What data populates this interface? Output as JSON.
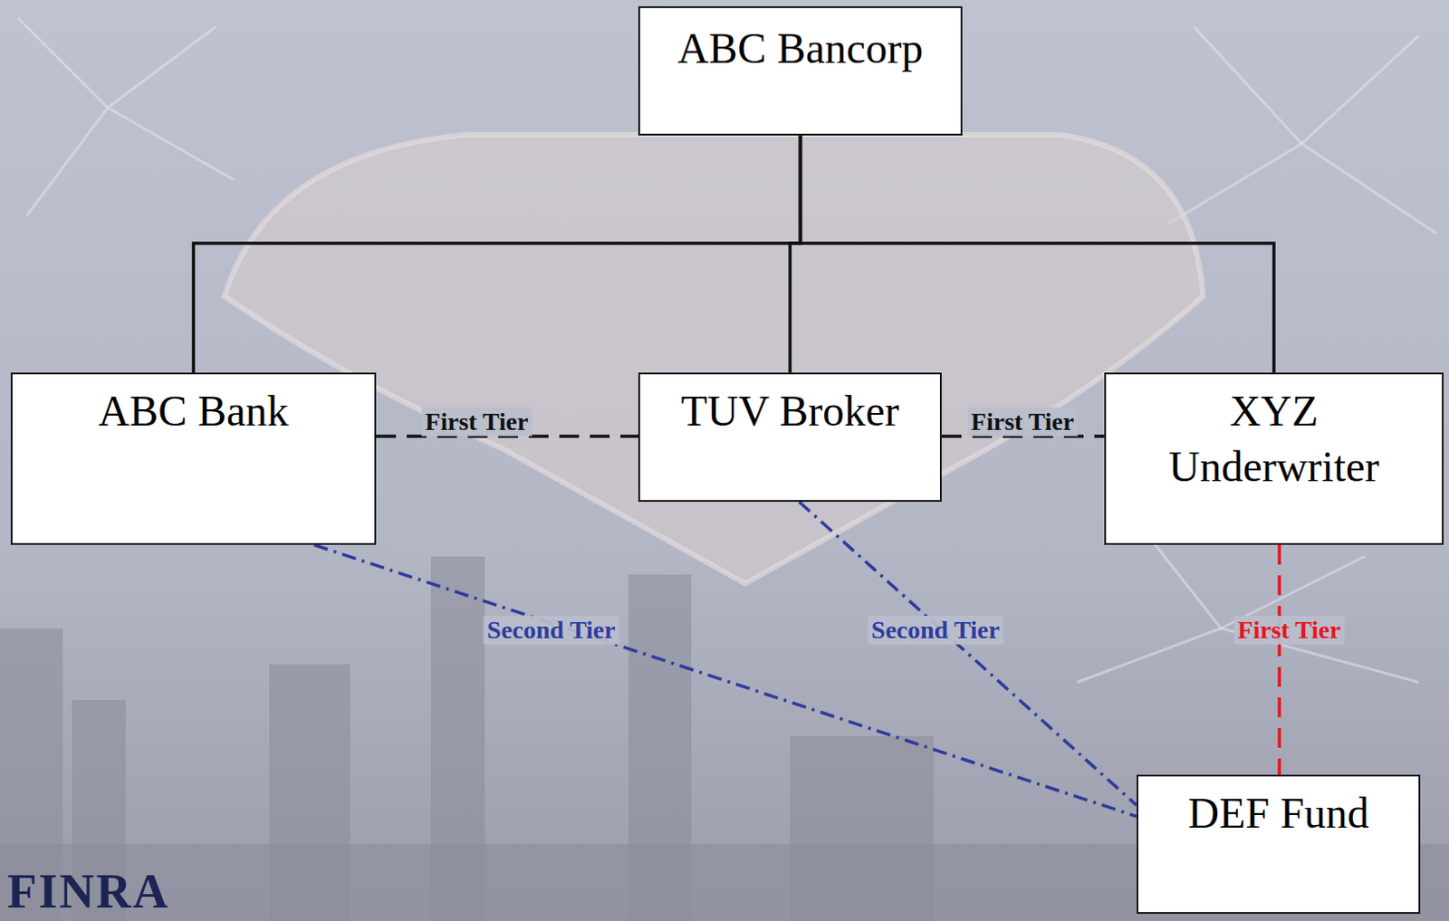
{
  "diagram": {
    "nodes": [
      {
        "text": [
          "ABC Bancorp"
        ]
      },
      {
        "text": [
          "ABC Bank"
        ]
      },
      {
        "text": [
          "TUV Broker"
        ]
      },
      {
        "text": [
          "XYZ Underwriter"
        ]
      },
      {
        "text": [
          "DEF Fund"
        ]
      }
    ],
    "edges": [
      {
        "from": 0,
        "to": 1,
        "arrow": "none"
      },
      {
        "from": 0,
        "to": 2,
        "arrow": "none"
      },
      {
        "from": 0,
        "to": 3,
        "arrow": "none"
      },
      {
        "from": 1,
        "to": 2,
        "label": "First Tier",
        "arrow": "none"
      },
      {
        "from": 2,
        "to": 3,
        "label": "First Tier",
        "arrow": "none"
      },
      {
        "from": 1,
        "to": 4,
        "label": "Second Tier",
        "arrow": "none"
      },
      {
        "from": 2,
        "to": 4,
        "label": "Second Tier",
        "arrow": "none"
      },
      {
        "from": 3,
        "to": 4,
        "label": "First Tier",
        "arrow": "none"
      }
    ],
    "labels": [
      "FINRA"
    ]
  }
}
